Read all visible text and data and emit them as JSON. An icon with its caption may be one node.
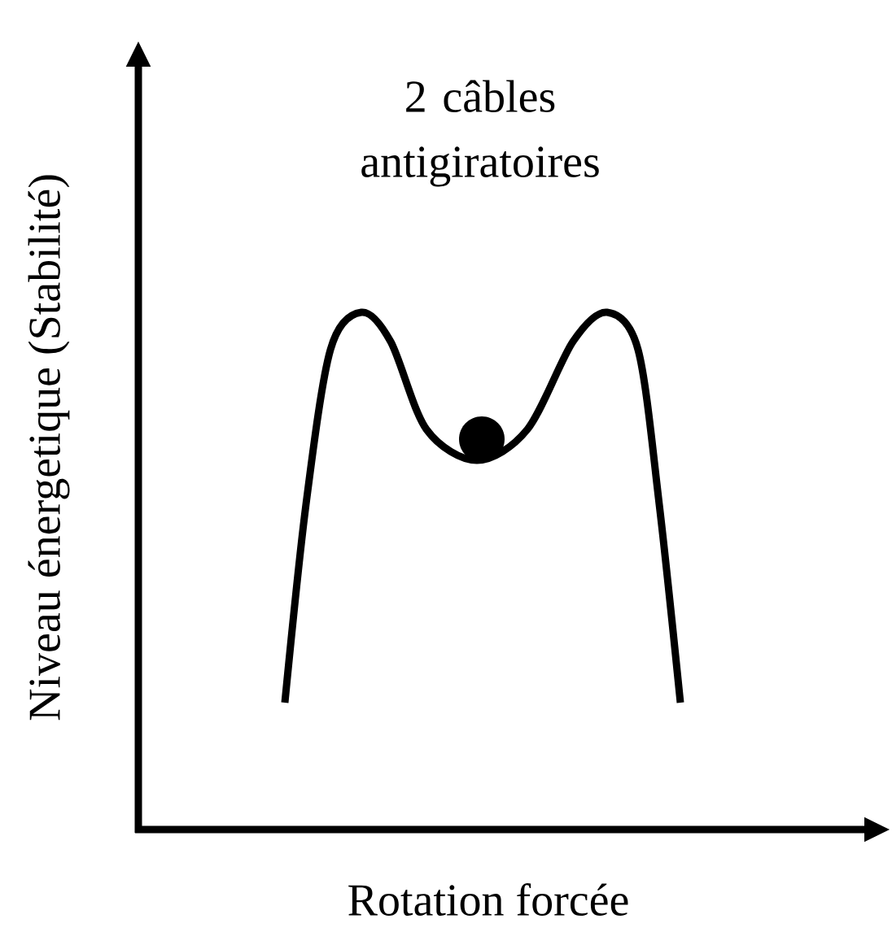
{
  "diagram": {
    "labels": [
      "2 câbles antigiratoires",
      "Niveau énergetique (Stabilité)",
      "Rotation forcée"
    ]
  }
}
